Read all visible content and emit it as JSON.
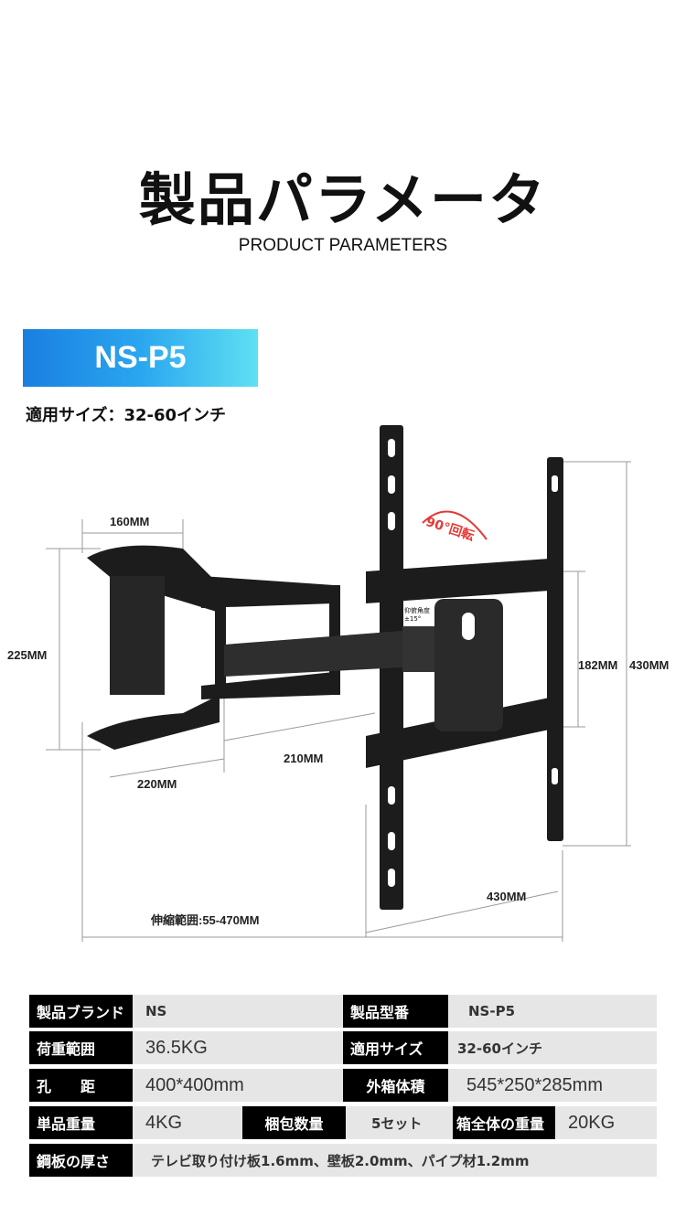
{
  "header": {
    "title": "製品パラメータ",
    "subtitle": "PRODUCT PARAMETERS"
  },
  "model_badge": "NS-P5",
  "size_line": "適用サイズ：32-60インチ",
  "diagram": {
    "rotation_label": "90°回転",
    "tilt_label": "仰俯角度",
    "tilt_value": "±15°",
    "dims": {
      "arm_width": "160MM",
      "arm_height": "225MM",
      "arm2": "210MM",
      "arm1": "220MM",
      "plate_inner": "182MM",
      "plate_height": "430MM",
      "plate_width": "430MM",
      "extension": "伸縮範囲:55-470MM"
    }
  },
  "specs": {
    "r1": {
      "l1": "製品ブランド",
      "v1": "NS",
      "l2": "製品型番",
      "v2": "NS-P5"
    },
    "r2": {
      "l1": "荷重範囲",
      "v1": "36.5KG",
      "l2": "適用サイズ",
      "v2": "32-60インチ"
    },
    "r3": {
      "l1": "孔　　距",
      "v1": "400*400mm",
      "l2": "外箱体積",
      "v2": "545*250*285mm"
    },
    "r4": {
      "l1": "単品重量",
      "v1": "4KG",
      "l2": "梱包数量",
      "v2": "5セット",
      "l3": "箱全体の重量",
      "v3": "20KG"
    },
    "r5": {
      "l1": "鋼板の厚さ",
      "v1": "テレビ取り付け板1.6mm、壁板2.0mm、パイプ材1.2mm"
    }
  },
  "colors": {
    "accent_start": "#1a7fe0",
    "accent_end": "#5fe0f2",
    "rotation": "#e53935"
  }
}
